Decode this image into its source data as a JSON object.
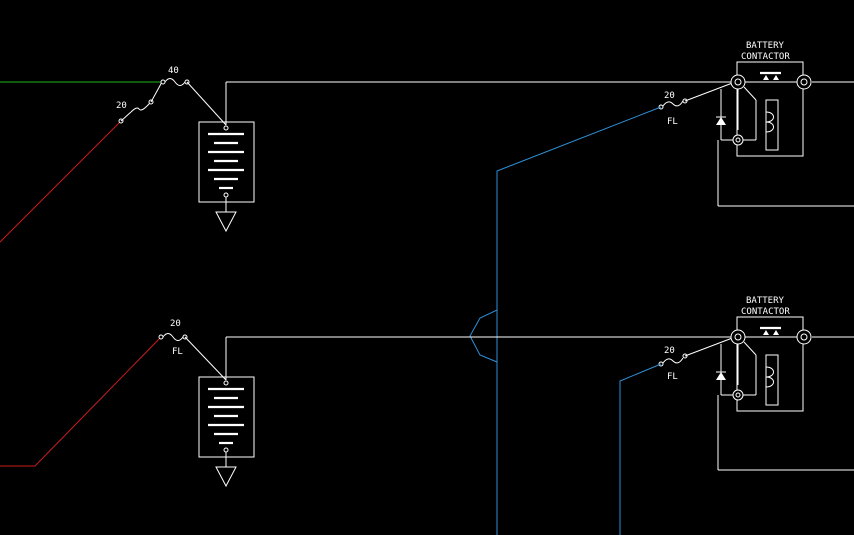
{
  "colors": {
    "background": "#000000",
    "wire": "#ffffff",
    "wire_red": "#c81e1e",
    "wire_green": "#1db31d",
    "wire_blue": "#2e8fd6"
  },
  "top": {
    "fuse_main_rating": "40",
    "fuse_feed_rating": "20",
    "contactor_title_line1": "BATTERY",
    "contactor_title_line2": "CONTACTOR",
    "contactor_fuse_rating": "20",
    "contactor_fuse_type": "FL"
  },
  "bottom": {
    "fuse_main_rating": "20",
    "fuse_main_type": "FL",
    "contactor_title_line1": "BATTERY",
    "contactor_title_line2": "CONTACTOR",
    "contactor_fuse_rating": "20",
    "contactor_fuse_type": "FL"
  }
}
